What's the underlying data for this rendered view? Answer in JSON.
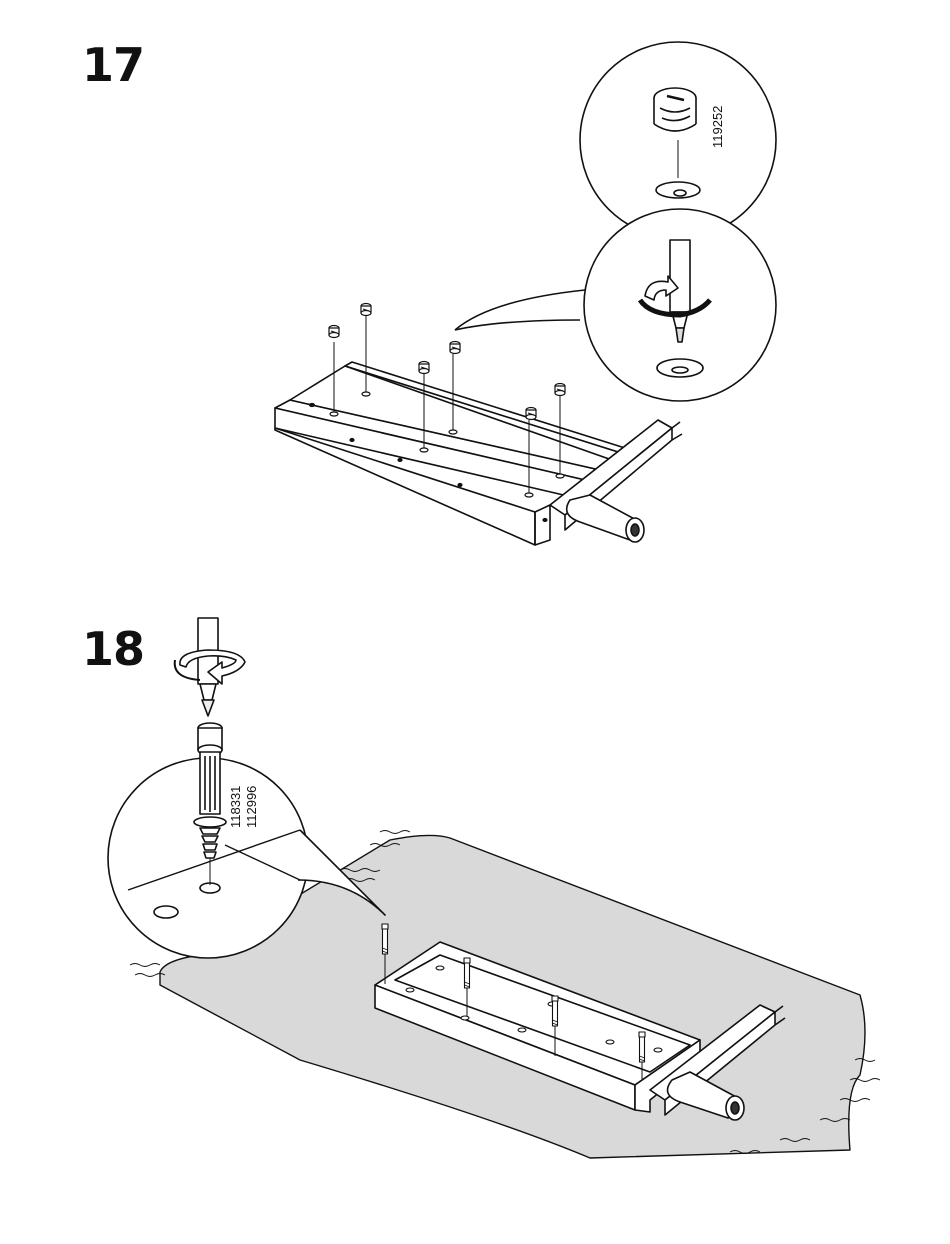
{
  "steps": [
    {
      "number": "17",
      "part_numbers": [
        "119252"
      ]
    },
    {
      "number": "18",
      "part_numbers": [
        "118331",
        "112996"
      ]
    }
  ],
  "icons": [
    "cam-lock-icon",
    "screwdriver-icon",
    "rotate-clockwise-icon",
    "cam-stud-icon",
    "rug-icon"
  ],
  "colors": {
    "ink": "#111111",
    "rug": "#d9d9d9",
    "paper": "#ffffff"
  }
}
